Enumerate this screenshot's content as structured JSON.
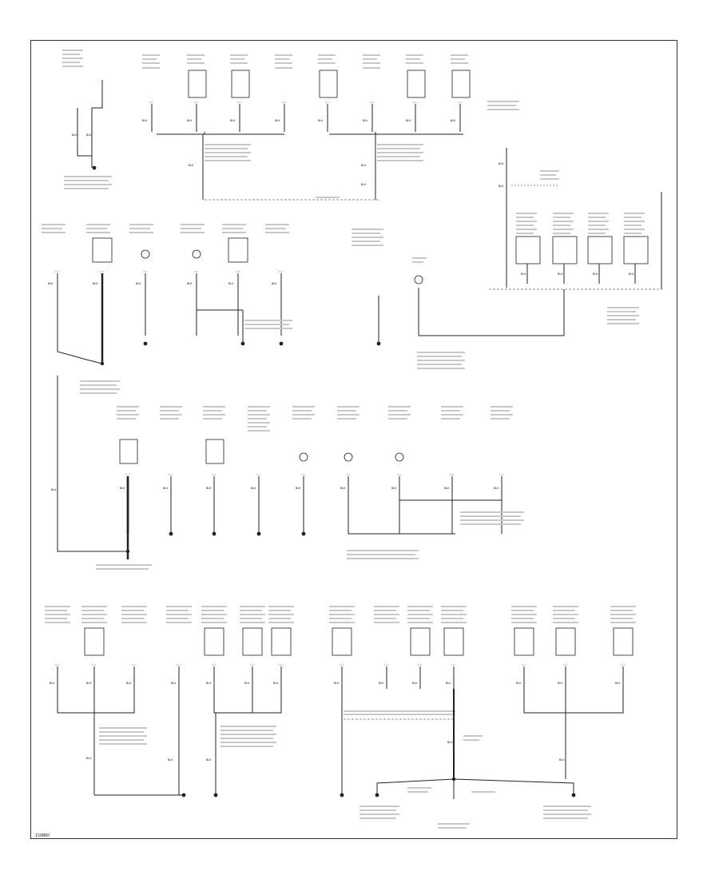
{
  "diagram": {
    "kind": "ground distribution wiring diagram",
    "colors": {
      "line": "#222222",
      "background": "#ffffff"
    },
    "wire_color_code": "BLK"
  },
  "footer": {
    "code": "IS8NR0"
  }
}
